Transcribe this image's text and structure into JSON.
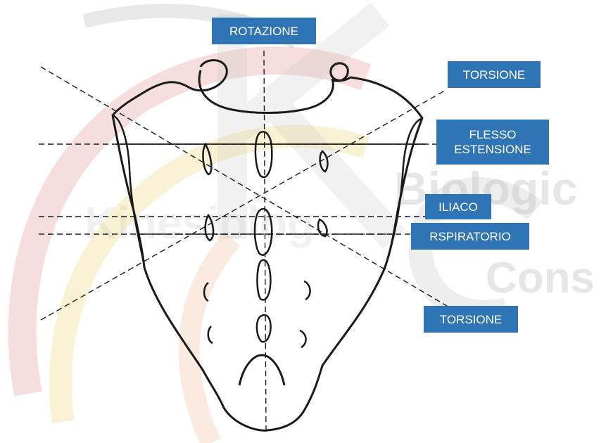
{
  "diagram": {
    "labels": {
      "rotazione": "ROTAZIONE",
      "torsione_top": "TORSIONE",
      "flesso_line1": "FLESSO",
      "flesso_line2": "ESTENSIONE",
      "iliaco": "ILIACO",
      "respiratorio": "RSPIRATORIO",
      "torsione_bottom": "TORSIONE"
    },
    "watermark": {
      "word1": "Kinesiolog",
      "word2": "Biologic",
      "word3": "Cons"
    },
    "colors": {
      "label_bg": "#2f74b5",
      "label_text": "#ffffff",
      "outline": "#1a1a1a",
      "watermark_red": "#e8a0a0",
      "watermark_yellow": "#f5e2a0",
      "watermark_grey": "#bdbdbd"
    }
  }
}
